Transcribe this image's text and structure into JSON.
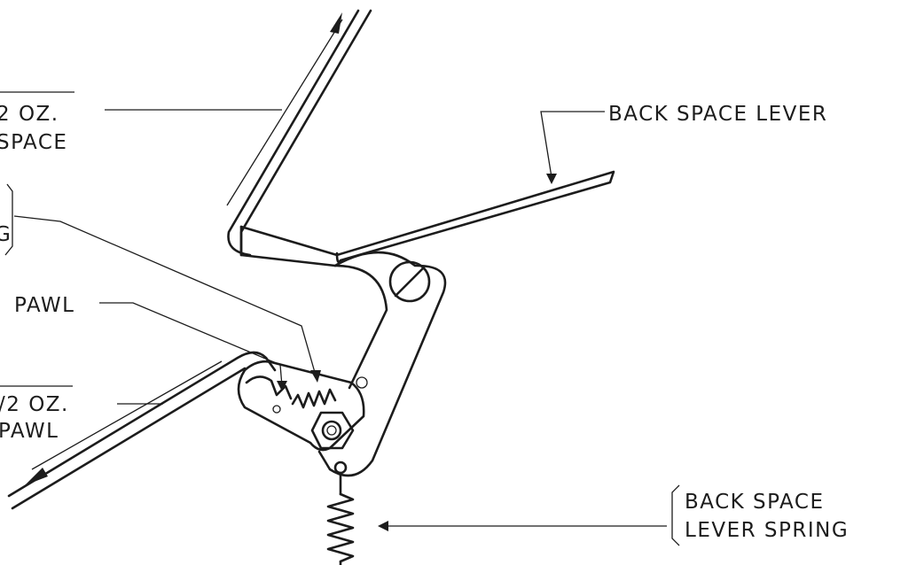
{
  "diagram": {
    "labels": {
      "top_left_weight": "2 OZ.",
      "top_left_part": "SPACE",
      "mid_left_partial": "G",
      "pawl": "PAWL",
      "lower_left_weight": "/2 OZ.",
      "lower_left_part": "PAWL",
      "back_space_lever": "BACK SPACE LEVER",
      "spring_line1": "BACK SPACE",
      "spring_line2": "LEVER SPRING"
    }
  }
}
